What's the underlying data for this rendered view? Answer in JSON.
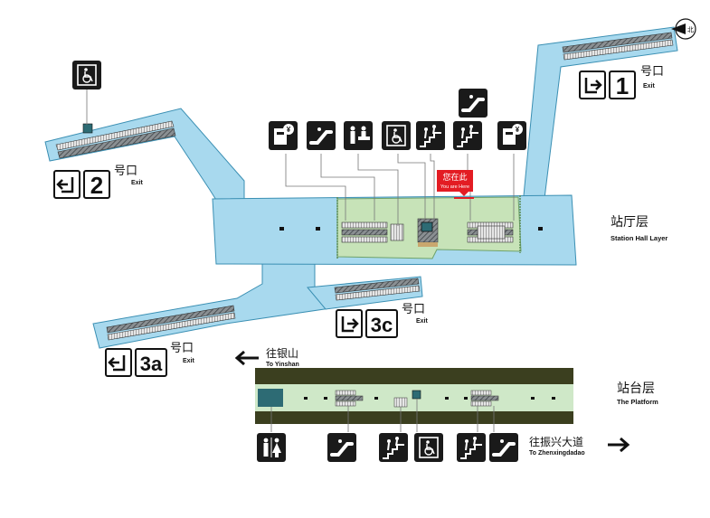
{
  "compass": {
    "label": "北"
  },
  "here": {
    "cn": "您在此",
    "en": "You are Here"
  },
  "hall": {
    "cn": "站厅层",
    "en": "Station Hall Layer"
  },
  "platform": {
    "cn": "站台层",
    "en": "The Platform"
  },
  "exit_suffix_cn": "号口",
  "exit_suffix_en": "Exit",
  "exits": [
    {
      "id": "1",
      "number": "1"
    },
    {
      "id": "2",
      "number": "2"
    },
    {
      "id": "3c",
      "number": "3c"
    },
    {
      "id": "3a",
      "number": "3a"
    }
  ],
  "directions": {
    "west": {
      "cn": "往银山",
      "en": "To Yinshan"
    },
    "east": {
      "cn": "往振兴大道",
      "en": "To Zhenxingdadao"
    }
  },
  "icons": {
    "hall": [
      "ticket-machine-icon",
      "escalator-icon",
      "service-desk-icon",
      "accessible-elevator-icon",
      "stairs-icon",
      "stairs-icon",
      "ticket-machine-icon"
    ],
    "hall_extra": "escalator-icon",
    "exit2": "accessible-elevator-icon",
    "platform": [
      "toilet-icon",
      "escalator-icon",
      "stairs-icon",
      "accessible-elevator-icon",
      "stairs-icon",
      "escalator-icon"
    ]
  },
  "colors": {
    "concourse": "#a8d9ee",
    "paid_area": "#c7e3b8",
    "track": "#3b3f1f",
    "platform": "#cfe8c8",
    "marker": "#e31c23",
    "icon_bg": "#1a1a1a"
  }
}
